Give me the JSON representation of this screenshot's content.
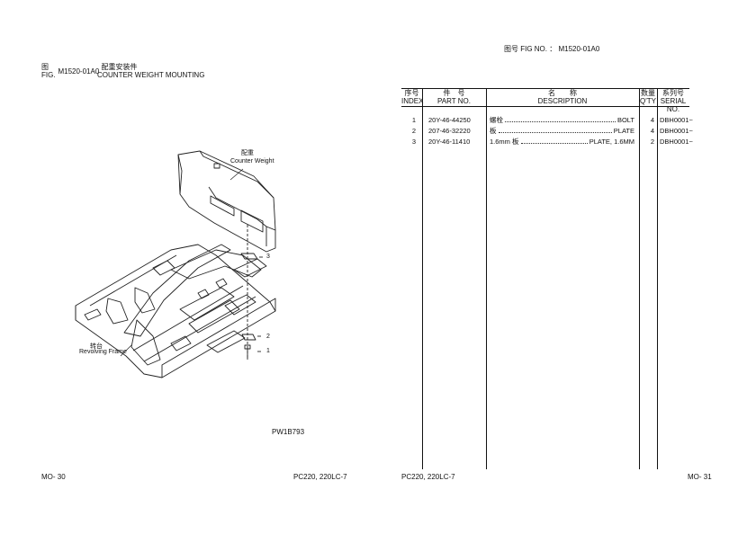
{
  "right_header": {
    "fig_no_label": "图号 FIG NO. ：",
    "fig_no_value": "M1520-01A0"
  },
  "left_header": {
    "fig_prefix_cn": "图",
    "fig_prefix_en": "FIG.",
    "fig_code": "M1520-01A0",
    "title_cn": "配重安装件",
    "title_en": "COUNTER WEIGHT MOUNTING"
  },
  "drawing": {
    "counterweight_cn": "配重",
    "counterweight_en": "Counter Weight",
    "frame_cn": "转台",
    "frame_en": "Revolving Frame",
    "callouts": [
      "3",
      "2",
      "1"
    ],
    "drawing_no": "PW1B793"
  },
  "table": {
    "headers": {
      "index_cn": "序号",
      "index_en": "INDEX",
      "part_cn": "件　号",
      "part_en": "PART NO.",
      "desc_cn": "名　　称",
      "desc_en": "DESCRIPTION",
      "qty_cn": "数量",
      "qty_en": "Q'TY",
      "serial_cn": "系列号",
      "serial_en": "SERIAL NO."
    },
    "rows": [
      {
        "index": "1",
        "part": "20Y-46-44250",
        "desc_cn": "螺栓",
        "desc_en": "BOLT",
        "qty": "4",
        "serial": "DBH0001~"
      },
      {
        "index": "2",
        "part": "207-46-32220",
        "desc_cn": "板",
        "desc_en": "PLATE",
        "qty": "4",
        "serial": "DBH0001~"
      },
      {
        "index": "3",
        "part": "20Y-46-11410",
        "desc_cn": "1.6mm 板",
        "desc_en": "PLATE, 1.6MM",
        "qty": "2",
        "serial": "DBH0001~"
      }
    ]
  },
  "footer": {
    "left_page": "MO- 30",
    "left_model": "PC220, 220LC-7",
    "right_model": "PC220, 220LC-7",
    "right_page": "MO- 31"
  }
}
